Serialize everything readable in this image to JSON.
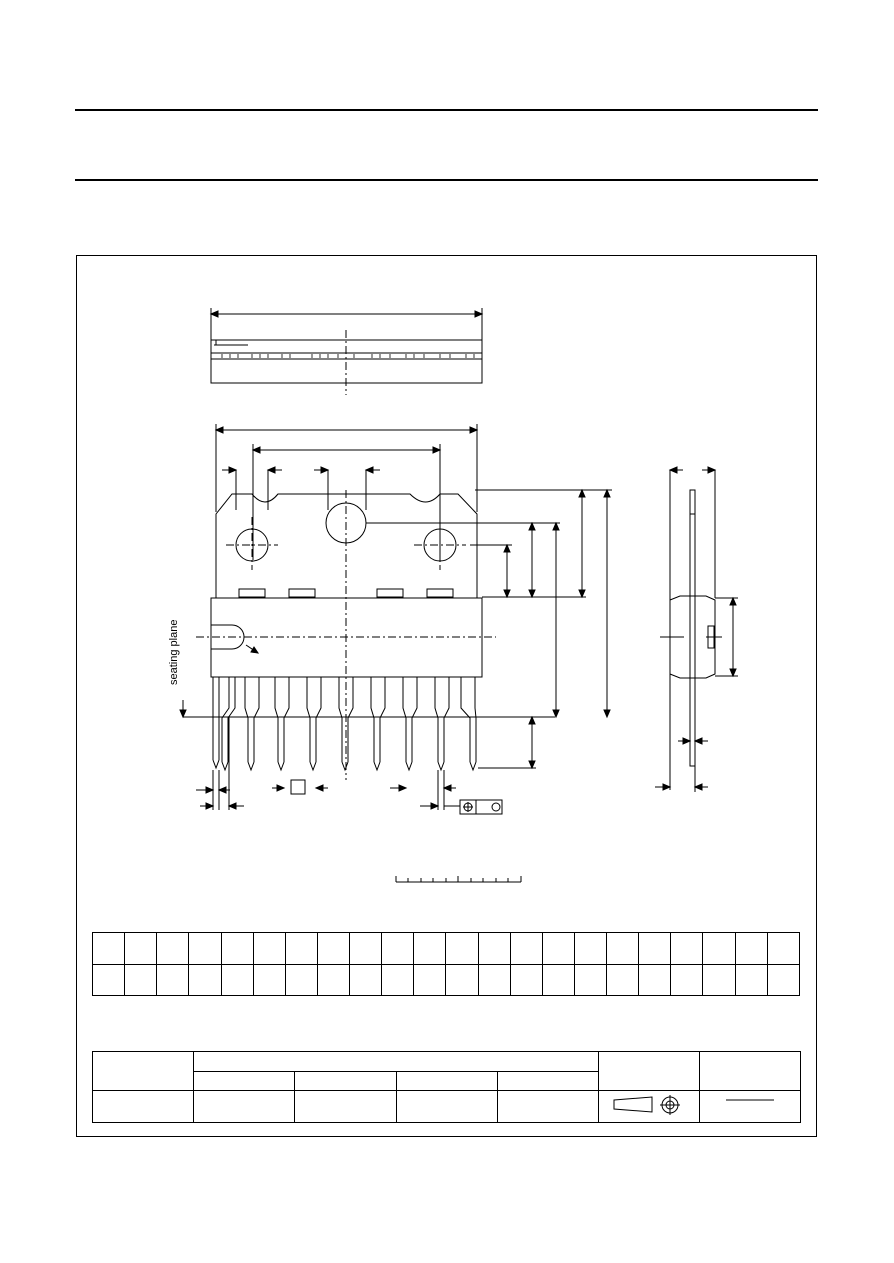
{
  "drawing": {
    "seating_label": "seating plane"
  },
  "dimension_table": {
    "columns": 22,
    "rows": 2
  },
  "outline_table": {
    "title_columns": 4
  }
}
